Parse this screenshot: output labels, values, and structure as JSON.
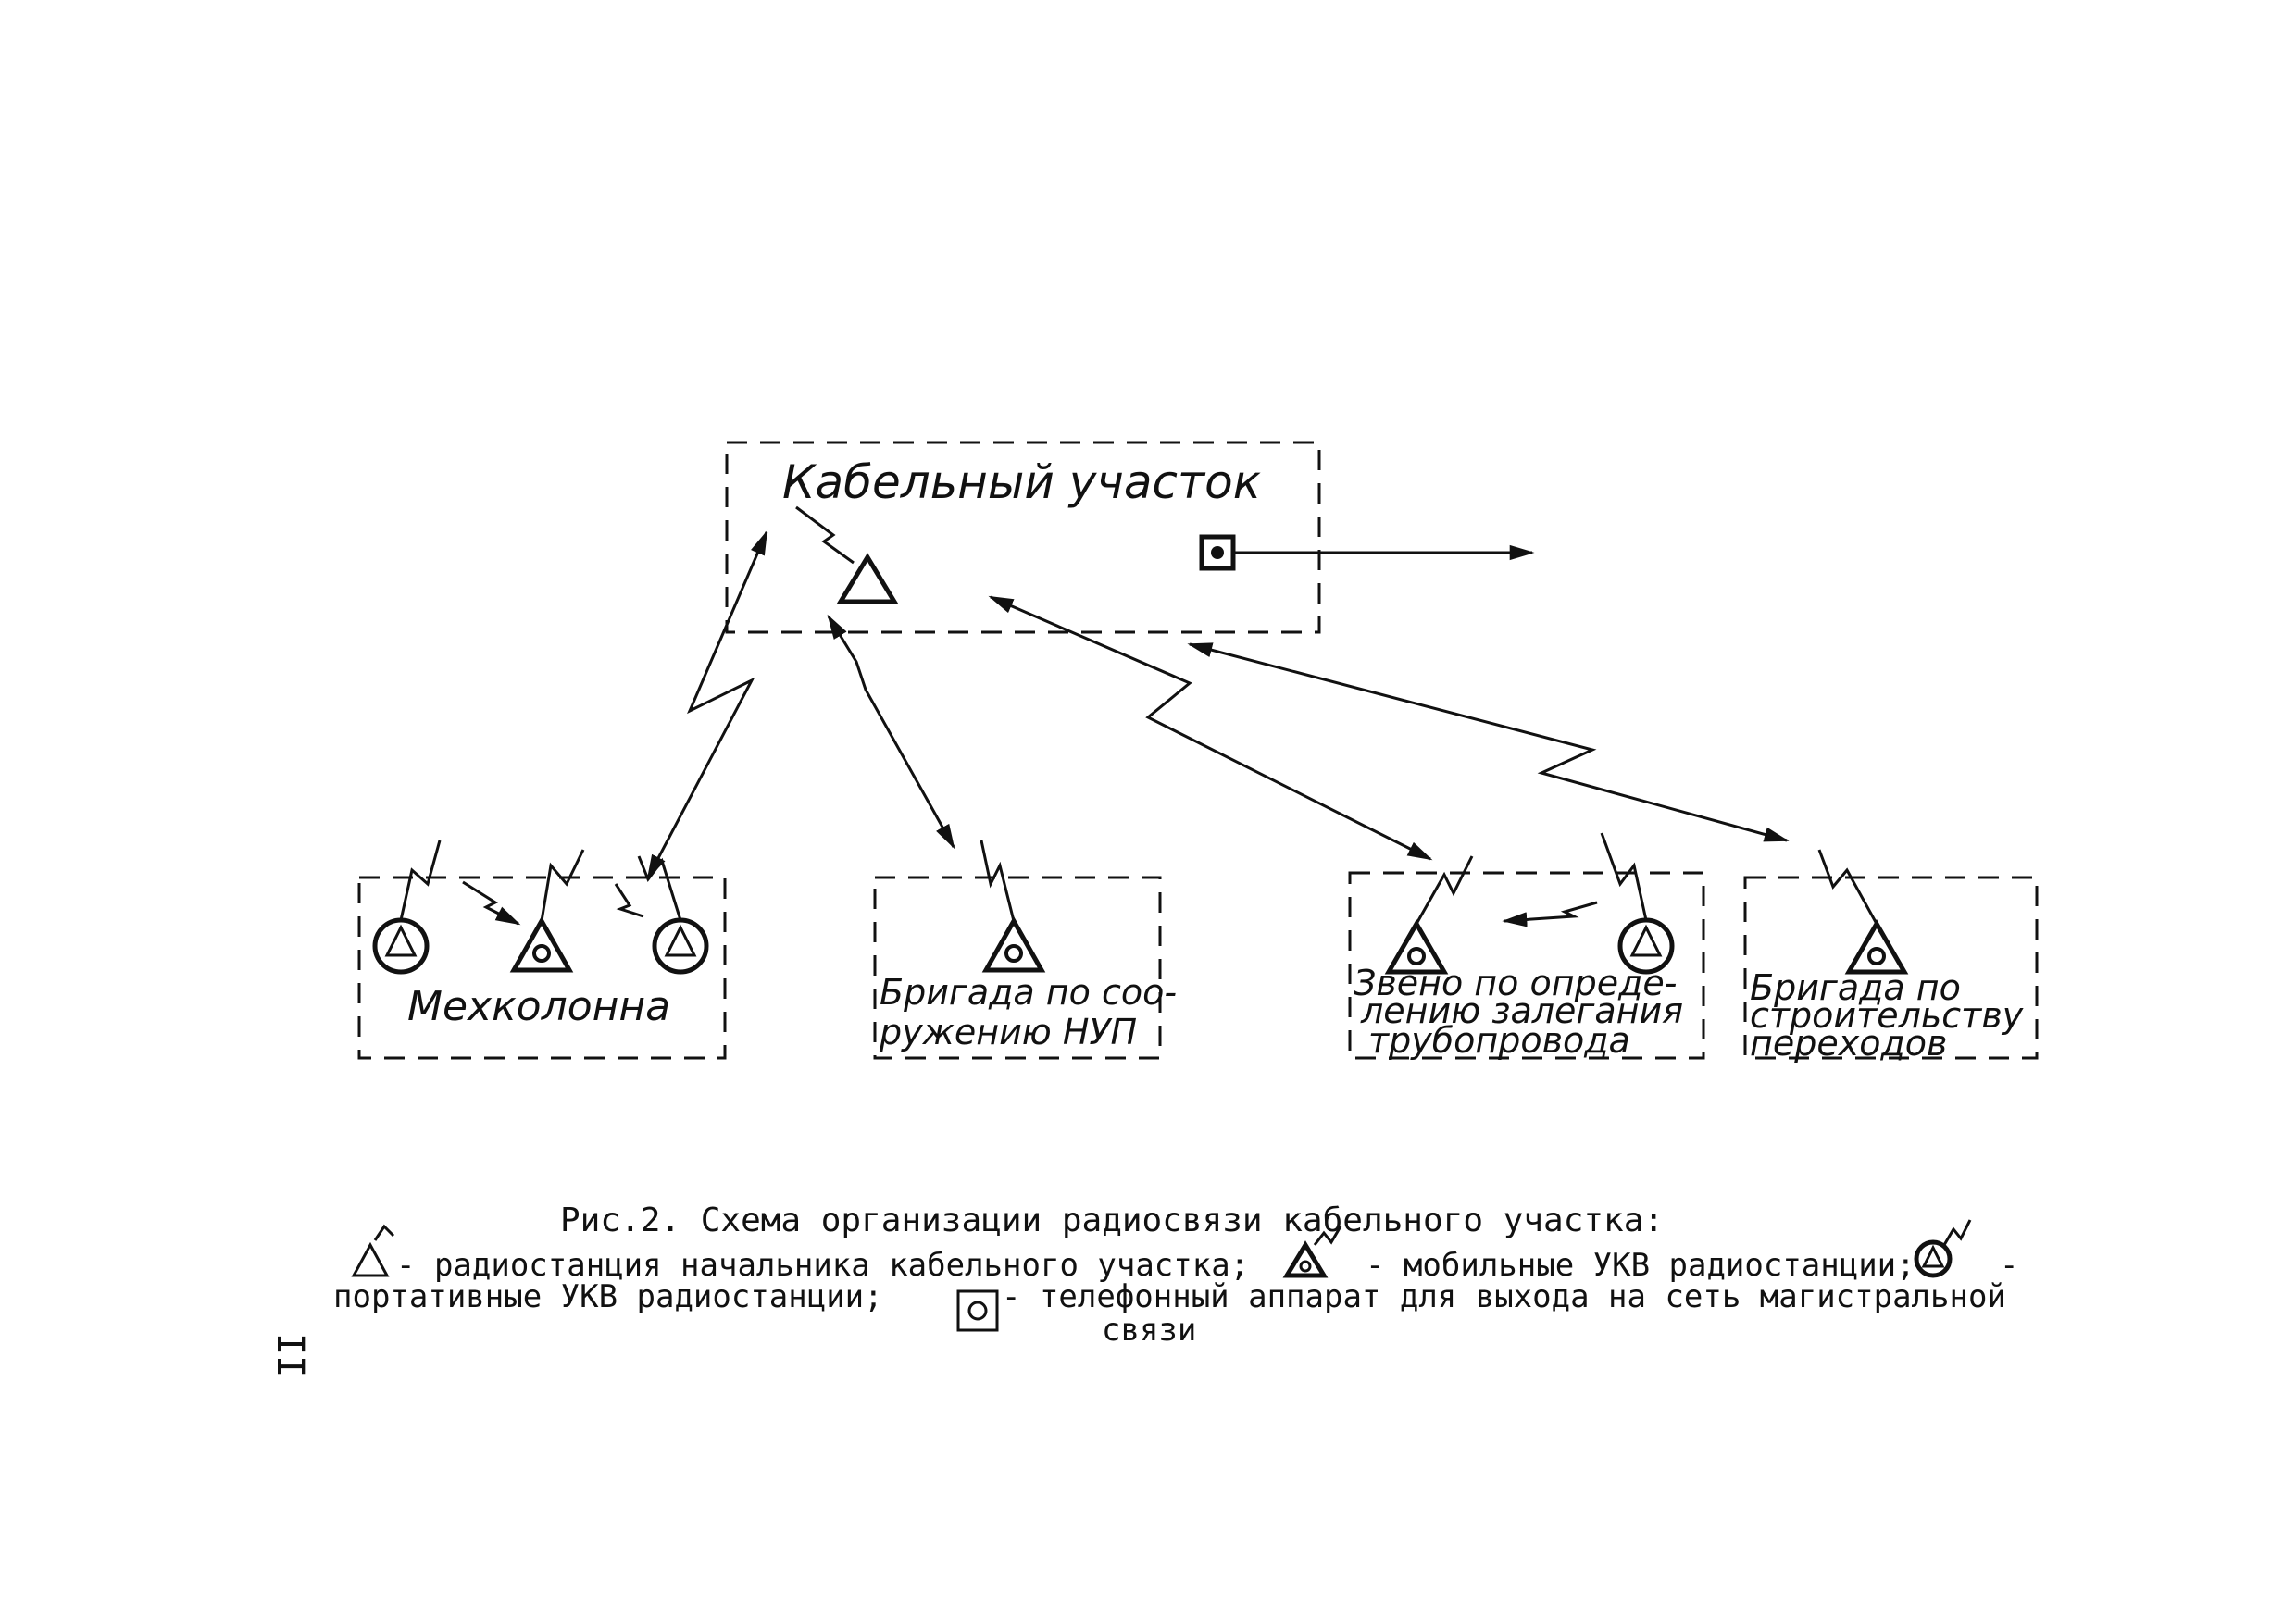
{
  "diagram": {
    "main_box": {
      "label": "Кабельный участок"
    },
    "groups": [
      {
        "id": "mechcolumn",
        "lines": [
          "Мехколонна"
        ]
      },
      {
        "id": "nup",
        "lines": [
          "Бригада по соо-",
          "ружению НУП"
        ]
      },
      {
        "id": "pipeline",
        "lines": [
          "Звено по опреде-",
          "лению залегания",
          "трубопровода"
        ]
      },
      {
        "id": "crossings",
        "lines": [
          "Бригада по",
          "строительству",
          "переходов"
        ]
      }
    ]
  },
  "caption": {
    "title": "Рис.2. Схема организации радиосвязи кабельного участка:",
    "legend_1": "- радиостанция начальника кабельного участка;",
    "legend_2": "- мобильные УКВ радиостанции;",
    "legend_3_dash": "-",
    "legend_3_text": "портативные УКВ радиостанции;",
    "legend_4_line1": "- телефонный аппарат для выхода на сеть магистральной",
    "legend_4_line2": "связи"
  },
  "page_number": "II"
}
